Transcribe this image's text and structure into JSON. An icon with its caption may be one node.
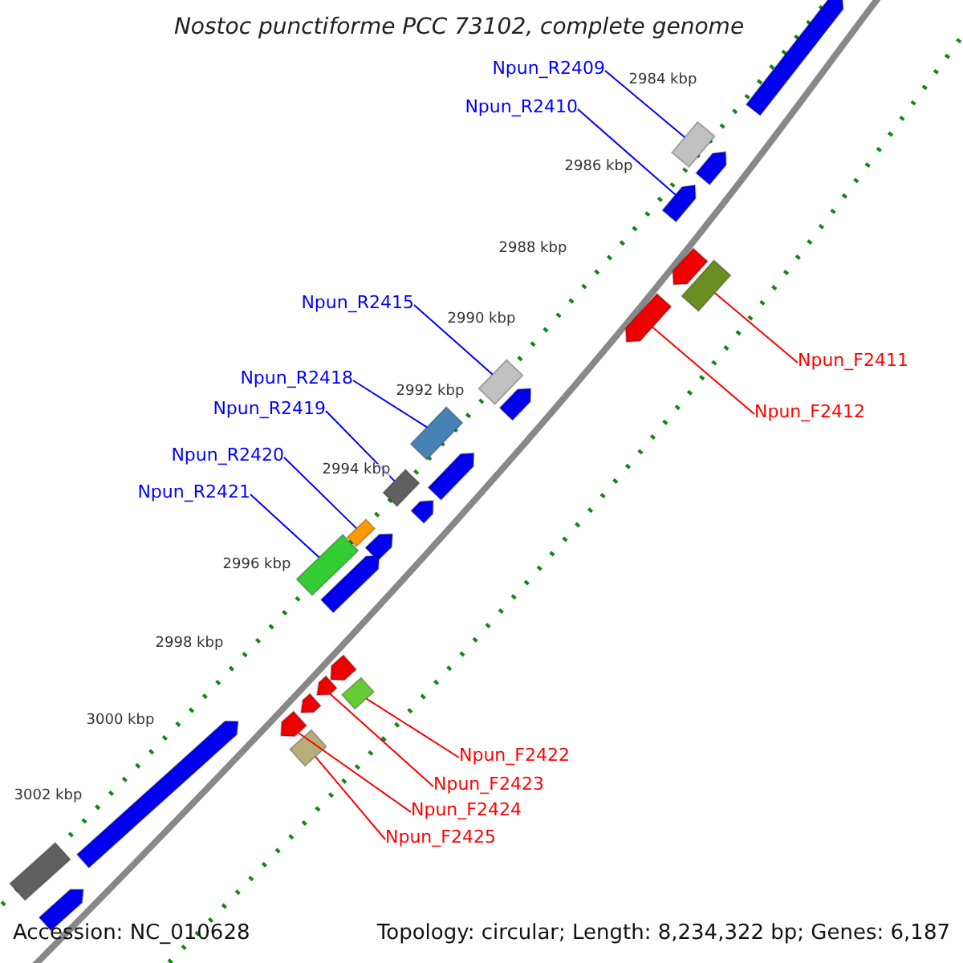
{
  "diagram": {
    "title": "Nostoc punctiforme PCC 73102, complete genome",
    "nodes": [
      {
        "text": [
          "Npun_R2409"
        ]
      },
      {
        "text": [
          "Npun_R2410"
        ]
      },
      {
        "text": [
          "Npun_R2415"
        ]
      },
      {
        "text": [
          "Npun_F2411"
        ]
      },
      {
        "text": [
          "Npun_R2418"
        ]
      },
      {
        "text": [
          "Npun_R2419"
        ]
      },
      {
        "text": [
          "Npun_F2412"
        ]
      },
      {
        "text": [
          "Npun_R2420"
        ]
      },
      {
        "text": [
          "Npun_R2421"
        ]
      },
      {
        "text": [
          "Npun_F2422"
        ]
      },
      {
        "text": [
          "Npun_F2423"
        ]
      },
      {
        "text": [
          "Npun_F2424"
        ]
      },
      {
        "text": [
          "Npun_F2425"
        ]
      },
      {
        "text": [],
        "shape": "pentagon"
      },
      {
        "text": [],
        "shape": "box"
      },
      {
        "text": [],
        "shape": "pentagon"
      },
      {
        "text": [],
        "shape": "pentagon"
      },
      {
        "text": [],
        "shape": "pentagon"
      },
      {
        "text": [],
        "shape": "box"
      },
      {
        "text": [],
        "shape": "pentagon"
      },
      {
        "text": [],
        "shape": "box"
      },
      {
        "text": [],
        "shape": "pentagon"
      },
      {
        "text": [],
        "shape": "box"
      },
      {
        "text": [],
        "shape": "pentagon"
      },
      {
        "text": [],
        "shape": "box"
      },
      {
        "text": [],
        "shape": "pentagon"
      },
      {
        "text": [],
        "shape": "box"
      },
      {
        "text": [],
        "shape": "pentagon"
      },
      {
        "text": [],
        "shape": "box"
      },
      {
        "text": [],
        "shape": "pentagon"
      },
      {
        "text": [],
        "shape": "pentagon"
      },
      {
        "text": [],
        "shape": "pentagon"
      },
      {
        "text": [],
        "shape": "box"
      },
      {
        "text": [],
        "shape": "pentagon"
      },
      {
        "text": [],
        "shape": "pentagon"
      },
      {
        "text": [],
        "shape": "box"
      },
      {
        "text": [],
        "shape": "pentagon"
      },
      {
        "text": [],
        "shape": "box"
      },
      {
        "text": [],
        "shape": "pentagon"
      }
    ],
    "edges": [
      {
        "from": 0,
        "to": 14,
        "arrow": "none"
      },
      {
        "from": 1,
        "to": 16,
        "arrow": "none"
      },
      {
        "from": 2,
        "to": 20,
        "arrow": "none"
      },
      {
        "from": 3,
        "to": 18,
        "arrow": "none",
        "color": "#ff0000"
      },
      {
        "from": 4,
        "to": 22,
        "arrow": "none"
      },
      {
        "from": 5,
        "to": 24,
        "arrow": "none"
      },
      {
        "from": 6,
        "to": 19,
        "arrow": "none",
        "color": "#ff0000"
      },
      {
        "from": 7,
        "to": 26,
        "arrow": "none"
      },
      {
        "from": 8,
        "to": 28,
        "arrow": "none"
      },
      {
        "from": 9,
        "to": 32,
        "arrow": "none",
        "color": "#ff0000"
      },
      {
        "from": 10,
        "to": 31,
        "arrow": "none",
        "color": "#ff0000"
      },
      {
        "from": 11,
        "to": 34,
        "arrow": "none",
        "color": "#ff0000"
      },
      {
        "from": 12,
        "to": 35,
        "arrow": "none",
        "color": "#ff0000"
      }
    ],
    "labels": [
      "2984 kbp",
      "2986 kbp",
      "2988 kbp",
      "2990 kbp",
      "2992 kbp",
      "2994 kbp",
      "2996 kbp",
      "2998 kbp",
      "3000 kbp",
      "3002 kbp",
      "Accession: NC_010628",
      "Topology: circular; Length: 8,234,322 bp; Genes: 6,187"
    ]
  }
}
